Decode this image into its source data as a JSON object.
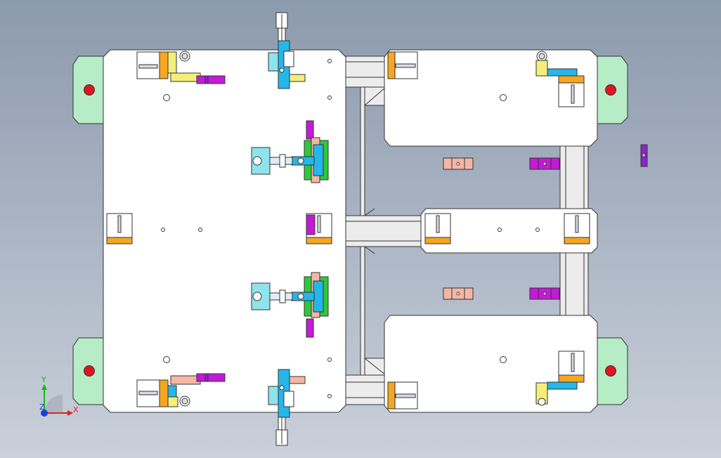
{
  "viewport": {
    "background_top": "#8c9aad",
    "background_bottom": "#c9d0da"
  },
  "palette": {
    "plate": "#ffffff",
    "outline": "#333333",
    "frame": "#e6e6e6",
    "mount_green": "#b6ecc6",
    "red_pin": "#e0141e",
    "orange": "#f5a623",
    "yellow": "#f3ef7a",
    "cyan": "#25b6ea",
    "light_cyan": "#8fe3ec",
    "magenta": "#c41ad8",
    "purple": "#8a26c8",
    "salmon": "#f4b7a5",
    "green": "#2fc83a"
  },
  "triad": {
    "x_label": "X",
    "y_label": "Y",
    "z_label": "Z",
    "x_color": "#e02020",
    "y_color": "#18b418",
    "z_color": "#1b3fd8"
  }
}
